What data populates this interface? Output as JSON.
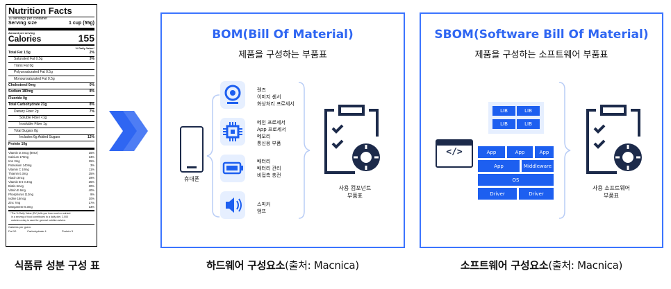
{
  "nutrition": {
    "title": "Nutrition Facts",
    "servings": "10 servings per container",
    "serving_size_label": "Serving size",
    "serving_size_value": "1 cup (55g)",
    "amount_per_serving": "Amount per serving",
    "calories_label": "Calories",
    "calories_value": "155",
    "daily_value_header": "% Daily Value*",
    "rows": [
      {
        "label": "Total Fat 1.5g",
        "pct": "2%"
      },
      {
        "label": "Saturated Fat 0.5g",
        "pct": "3%"
      },
      {
        "label": "Trans Fat 0g",
        "pct": ""
      },
      {
        "label": "Polyunsaturated Fat 0.5g",
        "pct": ""
      },
      {
        "label": "Monounsaturated Fat 0.5g",
        "pct": ""
      },
      {
        "label": "Cholesterol 0mg",
        "pct": "0%"
      },
      {
        "label": "Sodium 180mg",
        "pct": "8%"
      },
      {
        "label": "Fluoride 0g",
        "pct": ""
      },
      {
        "label": "Total Carbohydrate 21g",
        "pct": "8%"
      },
      {
        "label": "Dietary Fiber 2g",
        "pct": "7%"
      },
      {
        "label": "Soluble Fiber <1g",
        "pct": ""
      },
      {
        "label": "Insoluble Fiber 1g",
        "pct": ""
      },
      {
        "label": "Total Sugars 8g",
        "pct": ""
      },
      {
        "label": "Includes 6g Added Sugars",
        "pct": "12%"
      },
      {
        "label": "Protein 10g",
        "pct": ""
      }
    ],
    "vitamins": [
      {
        "label": "Vitamin D 3mcg (80IU)",
        "pct": "15%"
      },
      {
        "label": "Calcium 170mg",
        "pct": "13%"
      },
      {
        "label": "Iron 3mg",
        "pct": "15%"
      },
      {
        "label": "Potassium 140mg",
        "pct": "3%"
      },
      {
        "label": "Vitamin C 10mg",
        "pct": "11%"
      },
      {
        "label": "Thiamin 0.3mg",
        "pct": "25%"
      },
      {
        "label": "Niacin 3mcg",
        "pct": "19%"
      },
      {
        "label": "Vitamin B 6 0.4mg",
        "pct": "25%"
      },
      {
        "label": "Biotin 6mcg",
        "pct": "20%"
      },
      {
        "label": "Vitmin E 6mg",
        "pct": "40%"
      },
      {
        "label": "Phosphorus 112mg",
        "pct": "9%"
      },
      {
        "label": "Iodine 15mcg",
        "pct": "10%"
      },
      {
        "label": "Zinc 7mg",
        "pct": "17%"
      },
      {
        "label": "Manganese 0.3mg",
        "pct": "13%"
      }
    ],
    "footnote1": "* The % Daily Value (DV) tells you how much a nutrient",
    "footnote2": "in a serving of food contributes to a daily diet. 2,000",
    "footnote3": "calories a day is used for general nutrition advice.",
    "cal_per_gram": "Calories per gram:",
    "fat": "Fat 10",
    "carb": "Carbohydrate 4",
    "protein": "Protein 3"
  },
  "captions": {
    "left": "식품류 성분 구성 표",
    "middle_bold": "하드웨어 구성요소",
    "middle_src": "(출처: Macnica)",
    "right_bold": "소프트웨어 구성요소",
    "right_src": "(출처: Macnica)"
  },
  "bom": {
    "title": "BOM(Bill Of Material)",
    "subtitle": "제품을 구성하는 부품표",
    "phone_label": "휴대폰",
    "result_label_1": "사용 컴포넌트",
    "result_label_2": "부품표",
    "groups": [
      {
        "icon": "camera-icon",
        "lines": [
          "렌즈",
          "이미지 센서",
          "화상처리 프로세서"
        ]
      },
      {
        "icon": "chip-icon",
        "lines": [
          "메인 프로세서",
          "App 프로세서",
          "메모리",
          "통신용 부품"
        ]
      },
      {
        "icon": "battery-icon",
        "lines": [
          "배터리",
          "배터리 관리",
          "비접촉 충전"
        ]
      },
      {
        "icon": "speaker-icon",
        "lines": [
          "스피커",
          "앰프"
        ]
      }
    ]
  },
  "sbom": {
    "title": "SBOM(Software Bill Of Material)",
    "subtitle": "제품을 구성하는 소프트웨어 부품표",
    "lib": "LIB",
    "app": "App",
    "middleware": "Middleware",
    "os": "OS",
    "driver": "Driver",
    "result_label_1": "사용 소프트웨어",
    "result_label_2": "부품표"
  },
  "colors": {
    "accent": "#2f66f2",
    "border": "#3b74ff",
    "light": "#e6efff",
    "dark": "#1c2a4a"
  }
}
